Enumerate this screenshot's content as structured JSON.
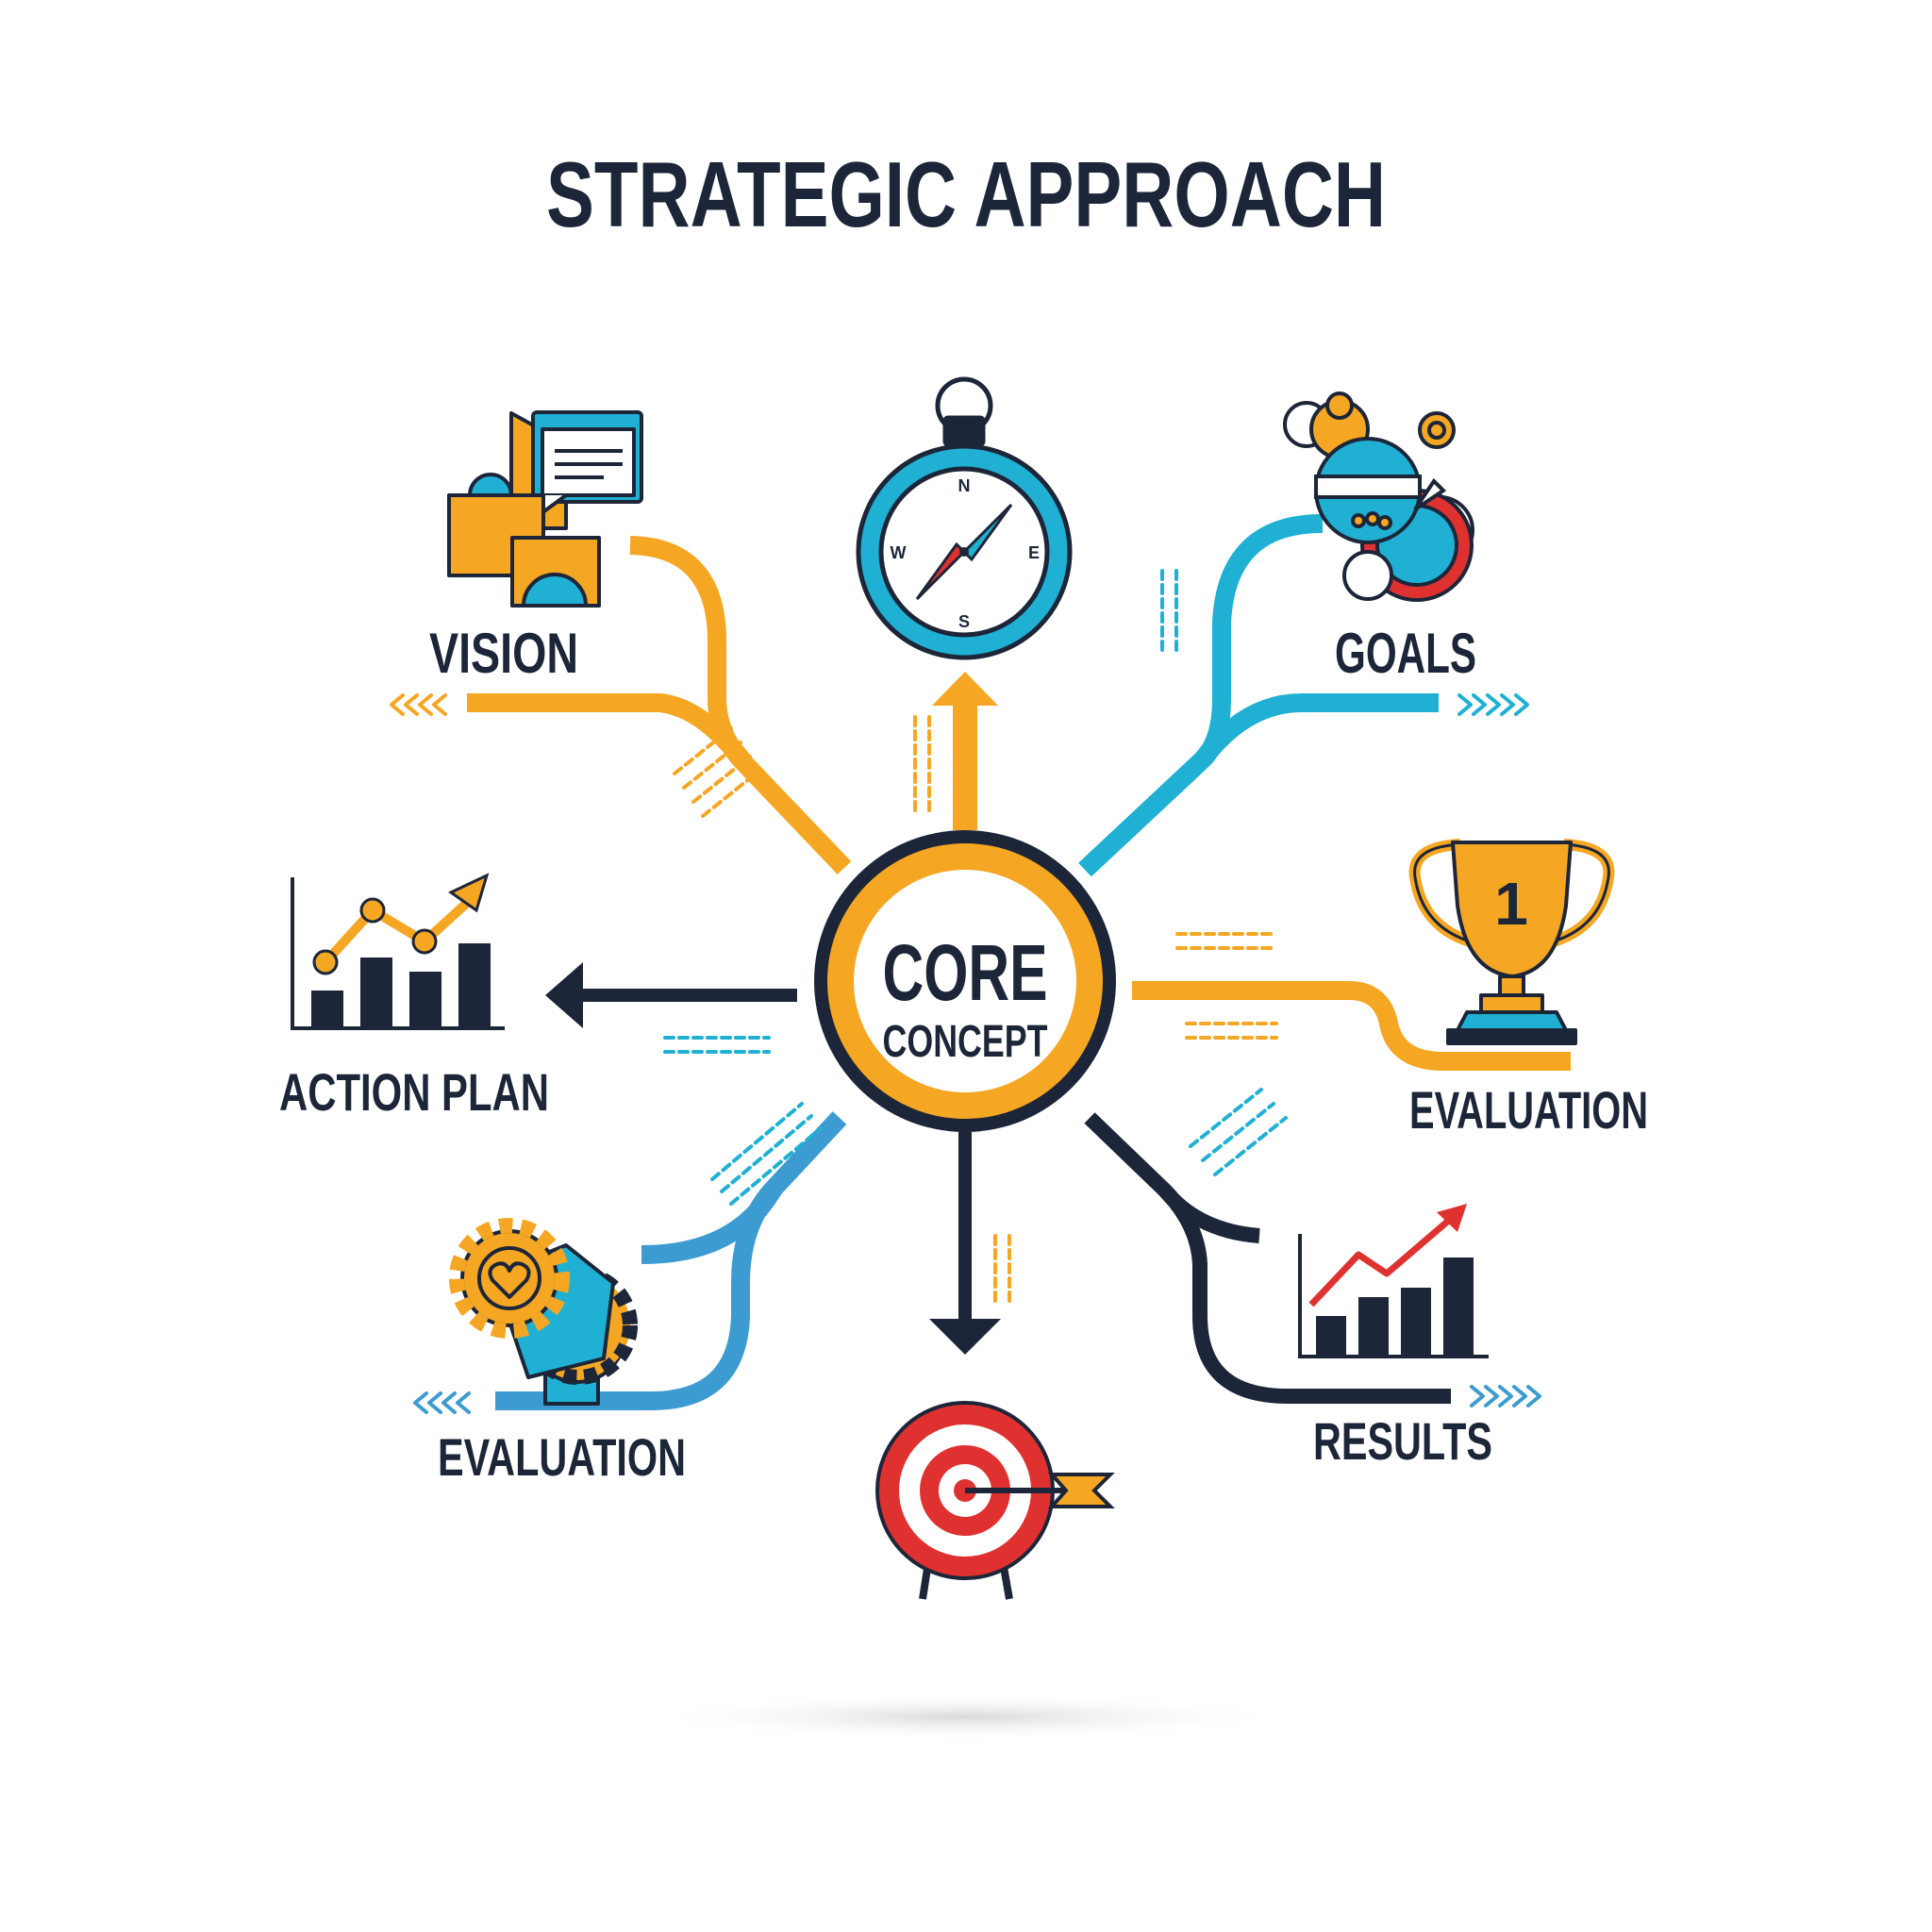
{
  "title": "STRATEGIC APPROACH",
  "center": {
    "line1": "CORE",
    "line2": "CONCEPT"
  },
  "nodes": {
    "vision": "VISION",
    "goals": "GOALS",
    "action_plan": "ACTION PLAN",
    "evaluation_right": "EVALUATION",
    "evaluation_left": "EVALUATION",
    "results": "RESULTS"
  },
  "trophy_rank": "1",
  "compass": {
    "n": "N",
    "s": "S",
    "e": "E",
    "w": "W"
  },
  "colors": {
    "navy": "#1c2638",
    "orange": "#f5a623",
    "cyan": "#1fb0d3",
    "blue": "#3c9bd0",
    "red": "#e03131"
  }
}
